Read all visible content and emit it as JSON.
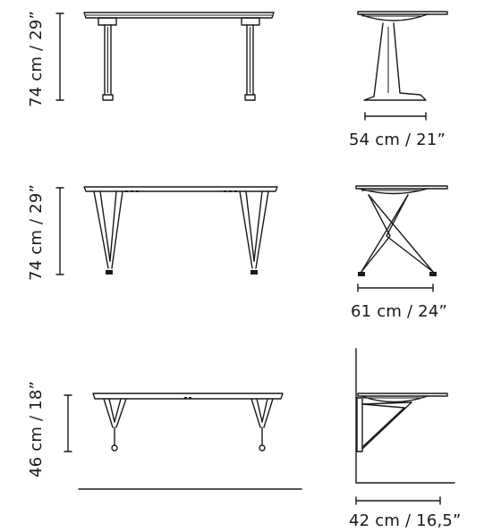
{
  "rows": [
    {
      "height_label": "74 cm / 29”",
      "width_label": "54 cm / 21”"
    },
    {
      "height_label": "74 cm / 29”",
      "width_label": "61 cm / 24”"
    },
    {
      "height_label": "46 cm / 18”",
      "width_label": "42 cm / 16,5”"
    }
  ],
  "colors": {
    "ink": "#1a1a1a",
    "background": "#ffffff"
  }
}
